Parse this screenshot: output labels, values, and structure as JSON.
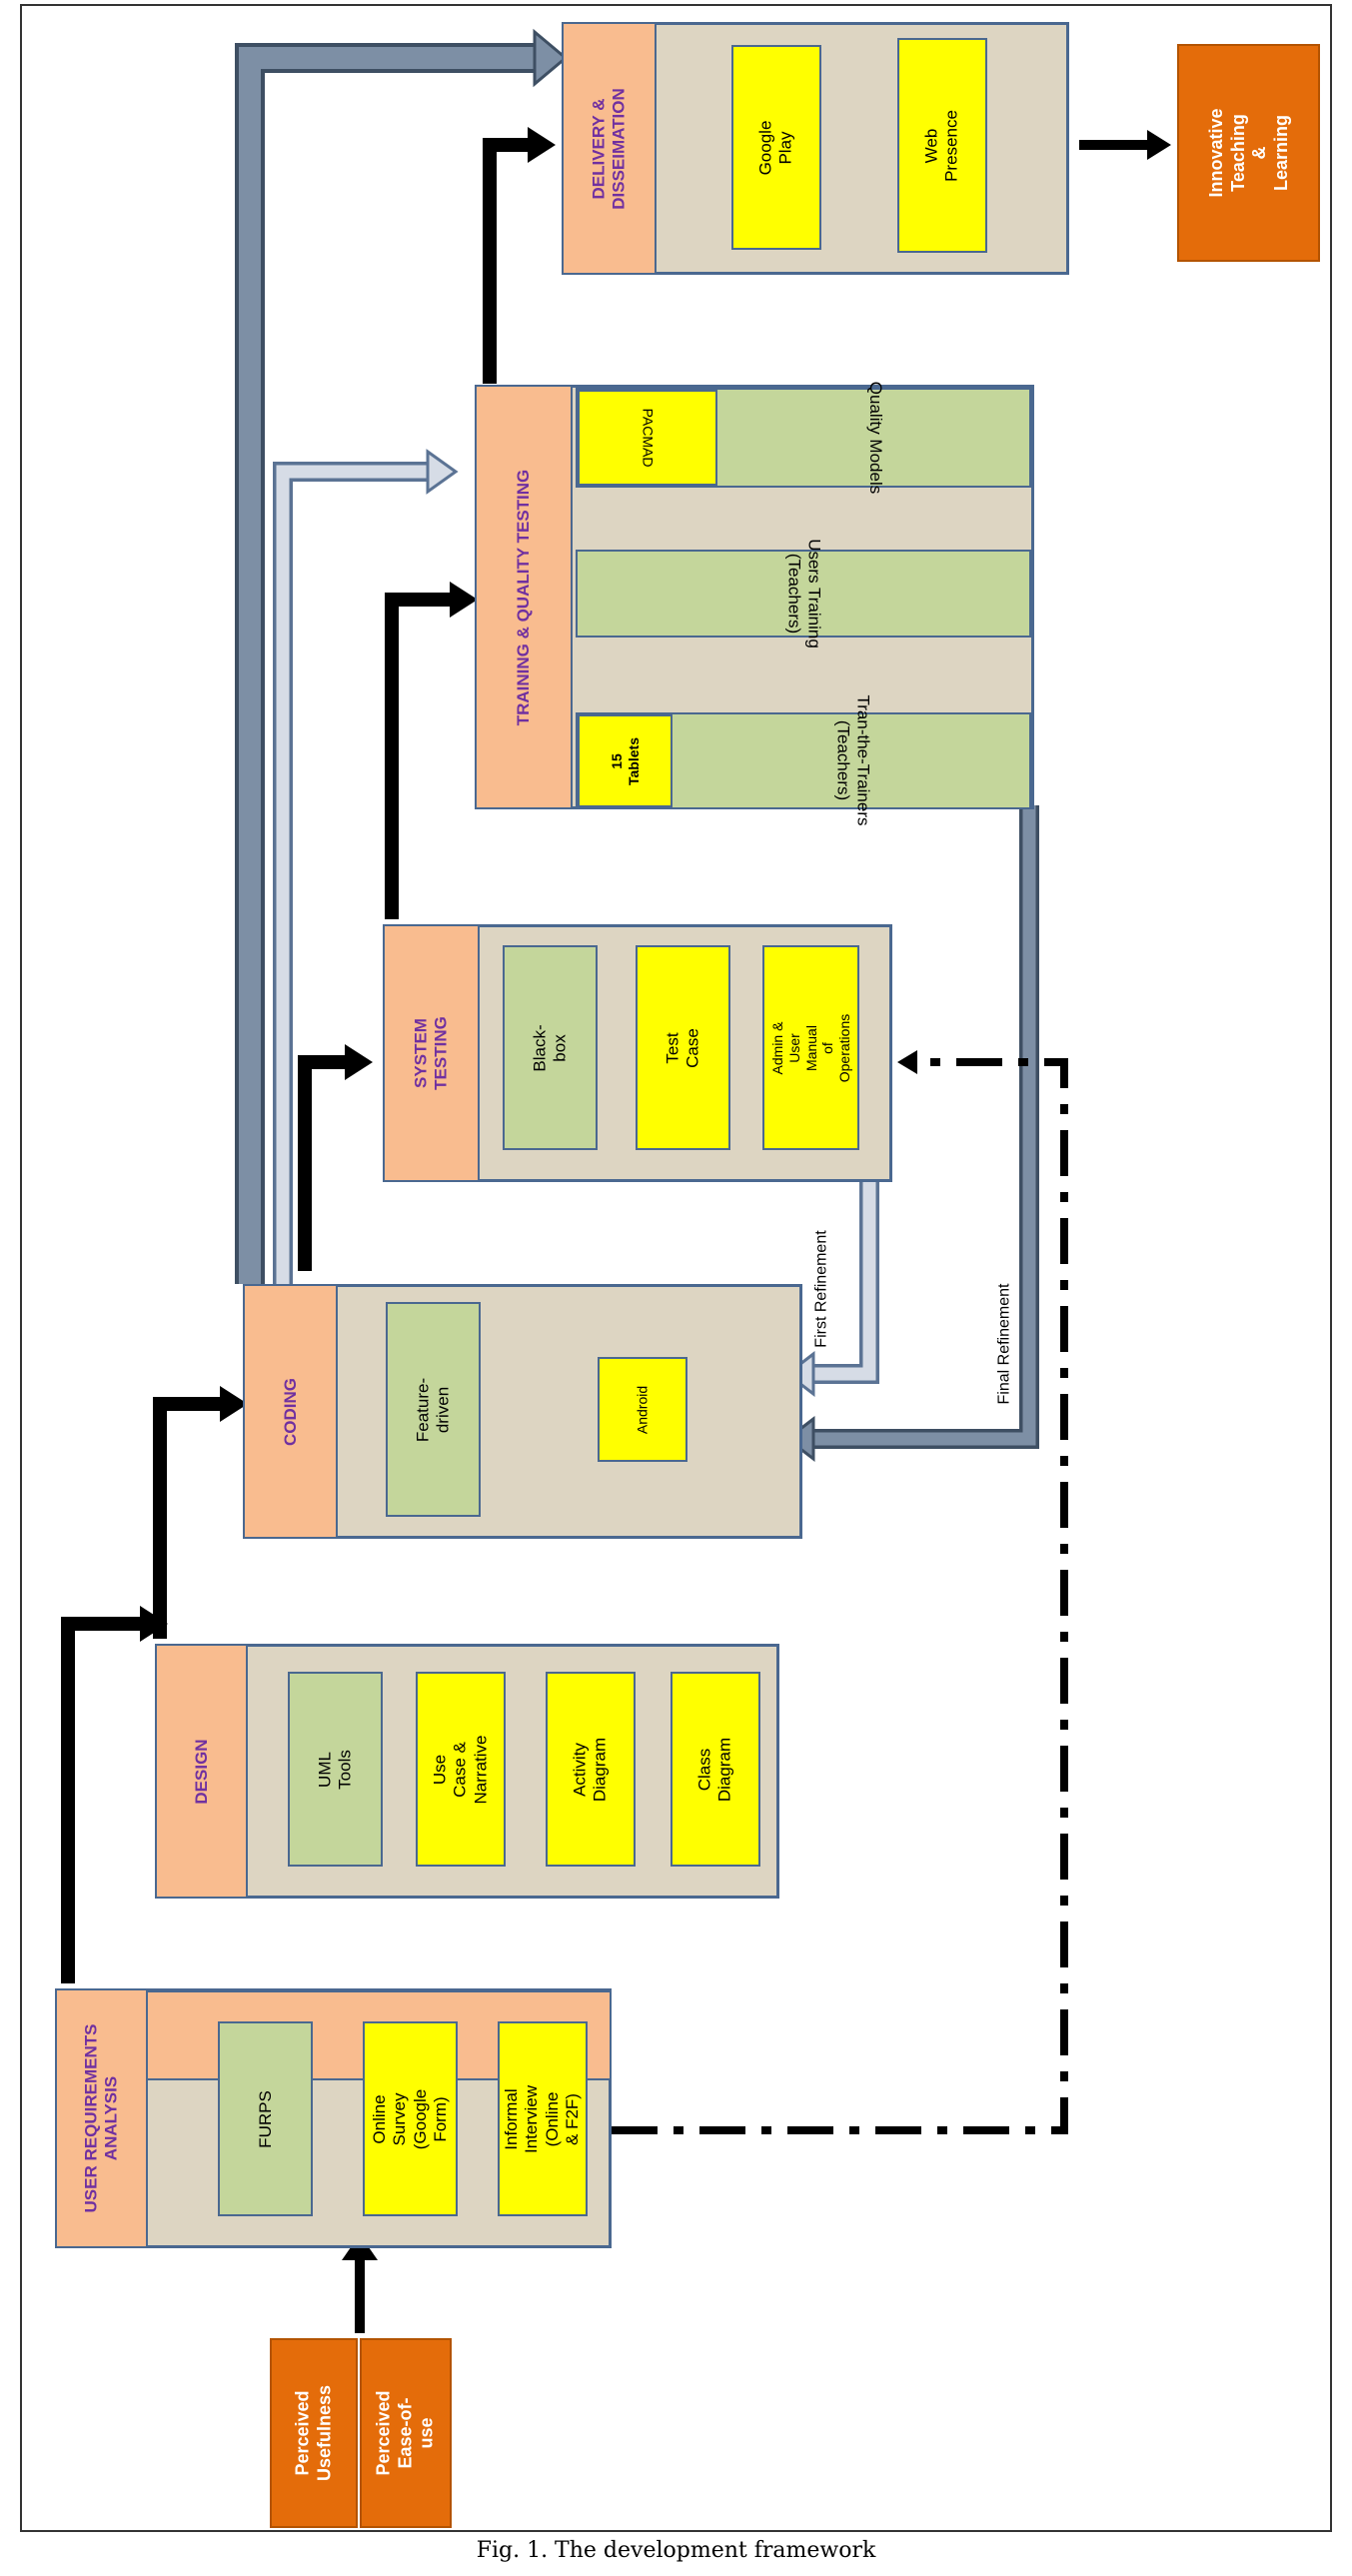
{
  "stages": {
    "requirements": {
      "title": "USER REQUIREMENTS\nANALYSIS",
      "items": [
        "FURPS",
        "Online Survey\n(Google Form)",
        "Informal Interview\n(Online & F2F)"
      ]
    },
    "design": {
      "title": "DESIGN",
      "items": [
        "UML Tools",
        "Use Case &\nNarrative",
        "Activity\nDiagram",
        "Class\nDiagram"
      ]
    },
    "coding": {
      "title": "CODING",
      "items": [
        "Feature-driven",
        "Android"
      ]
    },
    "system_testing": {
      "title": "SYSTEM\nTESTING",
      "items": [
        "Black-box",
        "Test Case",
        "Admin & User Manual\nof Operations"
      ]
    },
    "training": {
      "title": "TRAINING & QUALITY TESTING",
      "items": [
        "15\nTablets",
        "Tran-the-Trainers\n(Teachers)",
        "Users Training\n(Teachers)",
        "PACMAD",
        "Quality Models"
      ]
    },
    "delivery": {
      "title": "DELIVERY &\nDISSEIMATION",
      "items": [
        "Google Play",
        "Web Presence"
      ]
    }
  },
  "inputs": [
    "Perceived\nUsefulness",
    "Perceived\nEase-of-use"
  ],
  "output": "Innovative\nTeaching &\nLearning",
  "feedback": {
    "first": "First Refinement",
    "final": "Final Refinement"
  },
  "caption": "Fig. 1. The development framework",
  "colors": {
    "stage_bg": "#ddd5c2",
    "header": "#f9bc8f",
    "green": "#c4d69b",
    "yellow": "#ffff00",
    "orange": "#e46c0a",
    "border": "#4a6890"
  }
}
